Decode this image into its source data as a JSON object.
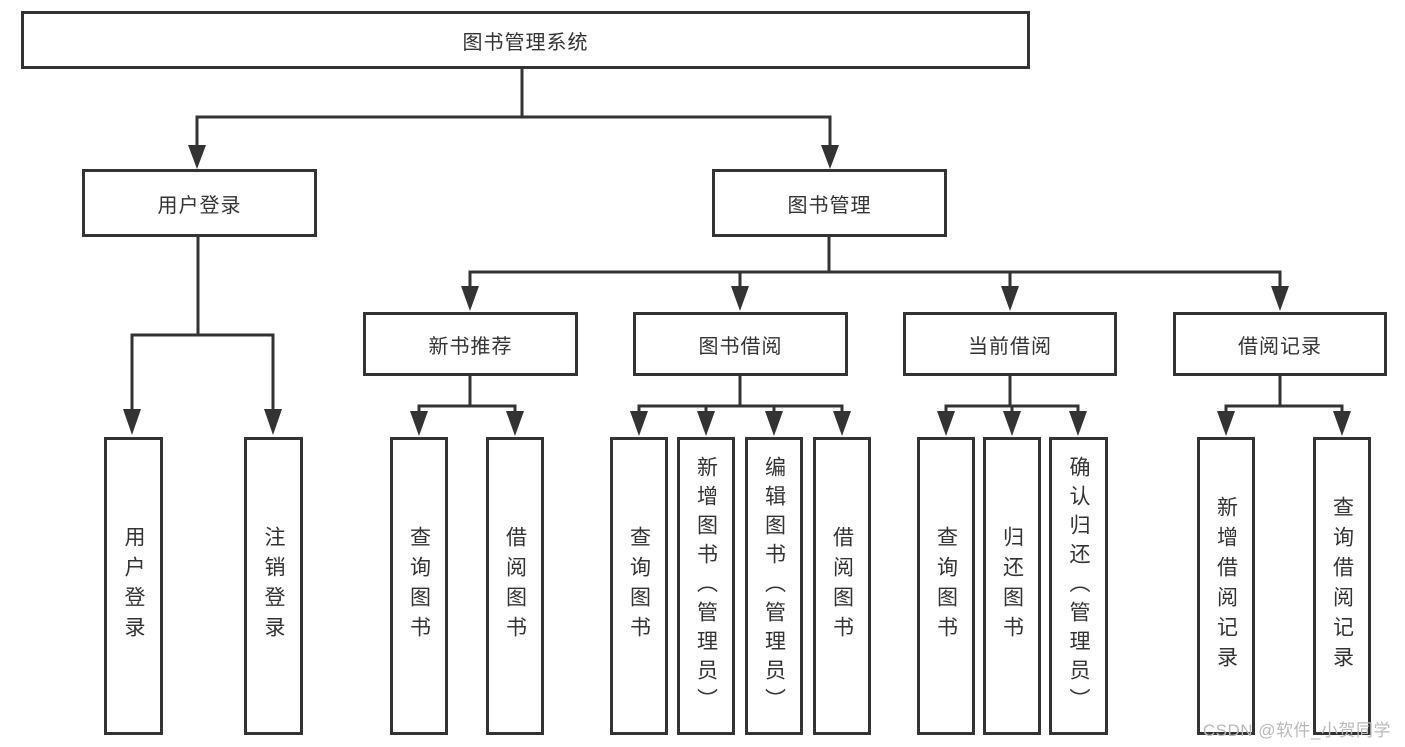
{
  "tree": {
    "root": {
      "label": "图书管理系统"
    },
    "branches": [
      {
        "label": "用户登录",
        "children": [
          {
            "label": "用户登录"
          },
          {
            "label": "注销登录"
          }
        ]
      },
      {
        "label": "图书管理",
        "children": [
          {
            "label": "新书推荐",
            "children": [
              {
                "label": "查询图书"
              },
              {
                "label": "借阅图书"
              }
            ]
          },
          {
            "label": "图书借阅",
            "children": [
              {
                "label": "查询图书"
              },
              {
                "label": "新增图书（管理员）"
              },
              {
                "label": "编辑图书（管理员）"
              },
              {
                "label": "借阅图书"
              }
            ]
          },
          {
            "label": "当前借阅",
            "children": [
              {
                "label": "查询图书"
              },
              {
                "label": "归还图书"
              },
              {
                "label": "确认归还（管理员）"
              }
            ]
          },
          {
            "label": "借阅记录",
            "children": [
              {
                "label": "新增借阅记录"
              },
              {
                "label": "查询借阅记录"
              }
            ]
          }
        ]
      }
    ]
  },
  "watermark": {
    "text": "CSDN @软件_小贺同学"
  },
  "colors": {
    "line": "#333333",
    "box_fill": "#ffffff",
    "text": "#333333",
    "watermark": "#b9b9b9"
  }
}
